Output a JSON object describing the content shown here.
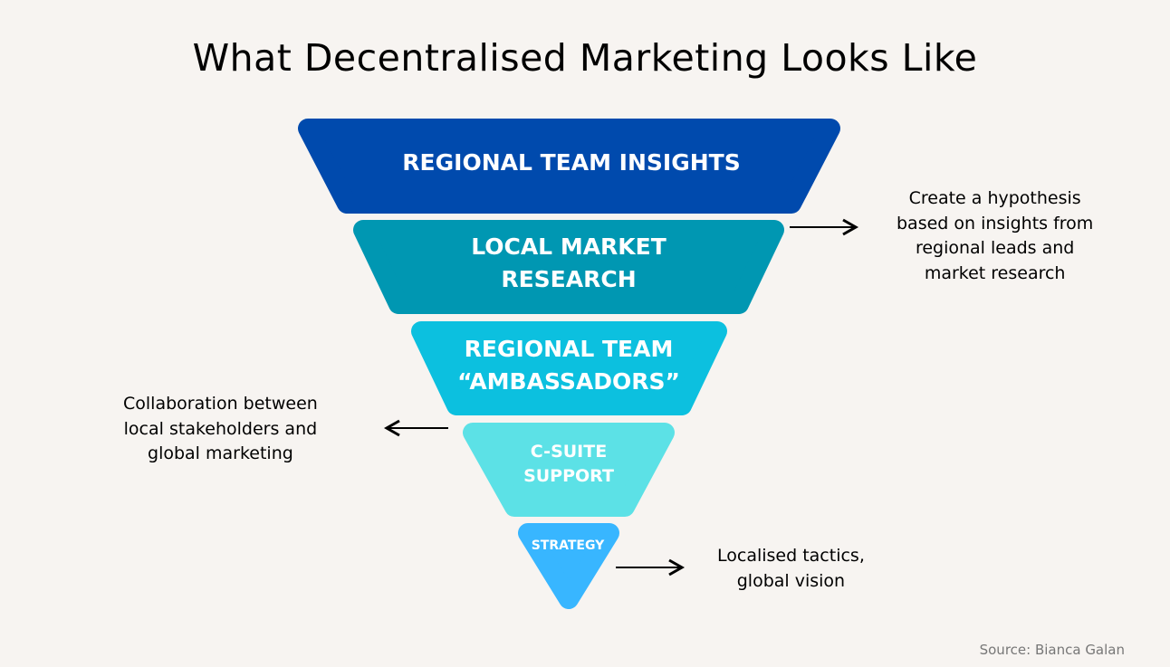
{
  "title": "What Decentralised Marketing Looks Like",
  "funnel": [
    {
      "lines": [
        "REGIONAL TEAM INSIGHTS"
      ],
      "color": "#004aad"
    },
    {
      "lines": [
        "LOCAL MARKET",
        "RESEARCH"
      ],
      "color": "#0097b2"
    },
    {
      "lines": [
        "REGIONAL TEAM",
        "“AMBASSADORS”"
      ],
      "color": "#0cc0df"
    },
    {
      "lines": [
        "C-SUITE",
        "SUPPORT"
      ],
      "color": "#5ce1e6"
    },
    {
      "lines": [
        "STRATEGY"
      ],
      "color": "#38b6ff"
    }
  ],
  "notes": [
    {
      "lines": [
        "Create a hypothesis",
        "based on insights from",
        "regional leads and",
        "market research"
      ]
    },
    {
      "lines": [
        "Collaboration between",
        "local stakeholders and",
        "global marketing"
      ]
    },
    {
      "lines": [
        "Localised tactics,",
        "global vision"
      ]
    }
  ],
  "source": "Source: Bianca Galan"
}
